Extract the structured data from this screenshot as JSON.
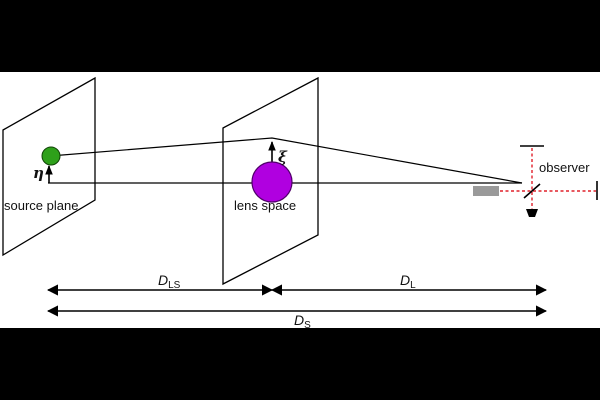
{
  "diagram": {
    "planes": {
      "source": "source plane",
      "lens": "lens space"
    },
    "observer": "observer",
    "symbols": {
      "eta": "η",
      "xi": "ξ"
    },
    "distances": {
      "d_ls": {
        "main": "D",
        "sub": "LS"
      },
      "d_l": {
        "main": "D",
        "sub": "L"
      },
      "d_s": {
        "main": "D",
        "sub": "S"
      }
    },
    "colors": {
      "background_band": "#000000",
      "canvas": "#ffffff",
      "source_object": "#2ea01a",
      "lens_object": "#b000e0",
      "laser_path": "#e0202a",
      "device": "#9a9a9a",
      "lines": "#000000"
    },
    "icons": {
      "source": "green-dot-icon",
      "lens": "purple-sphere-icon",
      "beam_splitter": "mirror-icon",
      "detector": "detector-icon"
    }
  }
}
